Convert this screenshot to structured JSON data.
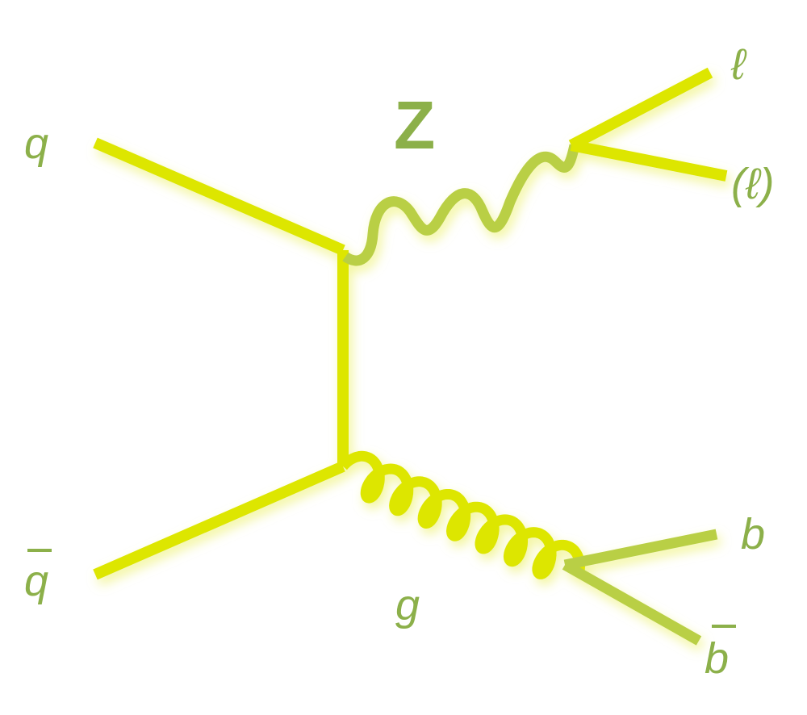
{
  "colors": {
    "quark_line": "#dde600",
    "boson_line": "#b9cf45",
    "label_text": "#8cb04a",
    "glow": "#eef27a",
    "shadow": "#9aa830"
  },
  "labels": {
    "q": "q",
    "qbar": "q",
    "z": "Z",
    "lepton": "ℓ",
    "lepton_paren": "(ℓ)",
    "gluon": "g",
    "b": "b",
    "bbar": "b"
  }
}
